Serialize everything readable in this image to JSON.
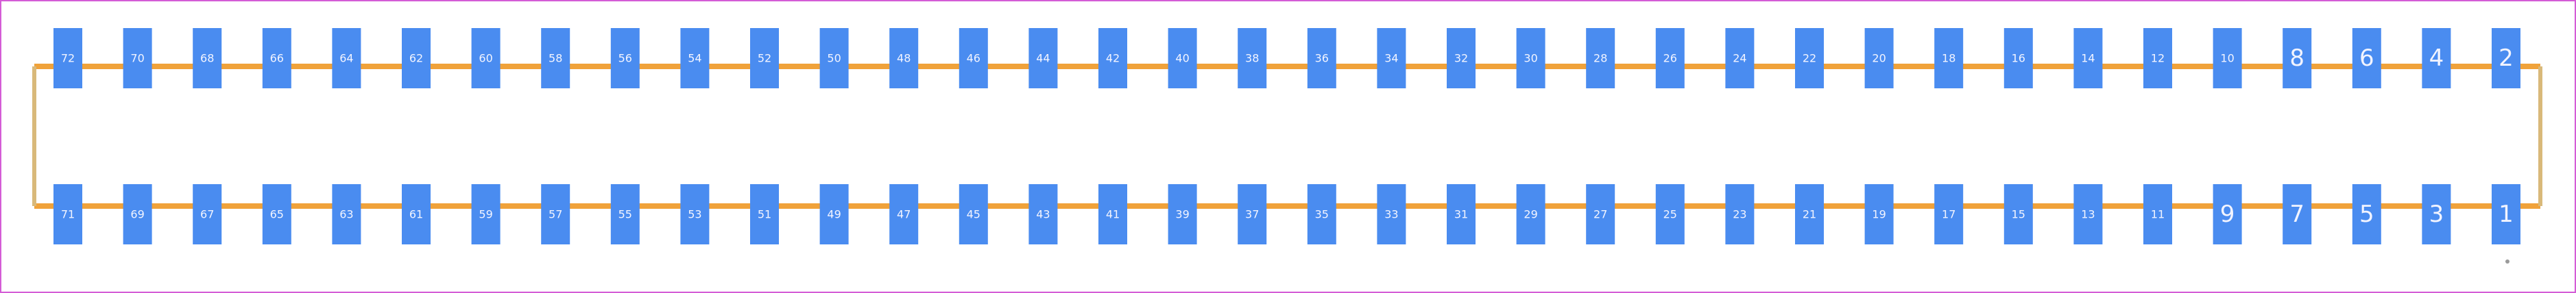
{
  "colors": {
    "background": "#ffffff",
    "border": "#d45cd6",
    "outline_horizontal": "#f0a23a",
    "outline_vertical": "#d9b97a",
    "pad": "#4a8cf0",
    "pad_text": "#f2f4ff",
    "marker": "#9a9a9a"
  },
  "top_row_labels": [
    "72",
    "70",
    "68",
    "66",
    "64",
    "62",
    "60",
    "58",
    "56",
    "54",
    "52",
    "50",
    "48",
    "46",
    "44",
    "42",
    "40",
    "38",
    "36",
    "34",
    "32",
    "30",
    "28",
    "26",
    "24",
    "22",
    "20",
    "18",
    "16",
    "14",
    "12",
    "10",
    "8",
    "6",
    "4",
    "2"
  ],
  "bottom_row_labels": [
    "71",
    "69",
    "67",
    "65",
    "63",
    "61",
    "59",
    "57",
    "55",
    "53",
    "51",
    "49",
    "47",
    "45",
    "43",
    "41",
    "39",
    "37",
    "35",
    "33",
    "31",
    "29",
    "27",
    "25",
    "23",
    "21",
    "19",
    "17",
    "15",
    "13",
    "11",
    "9",
    "7",
    "5",
    "3",
    "1"
  ],
  "pin1_marker": "dot"
}
